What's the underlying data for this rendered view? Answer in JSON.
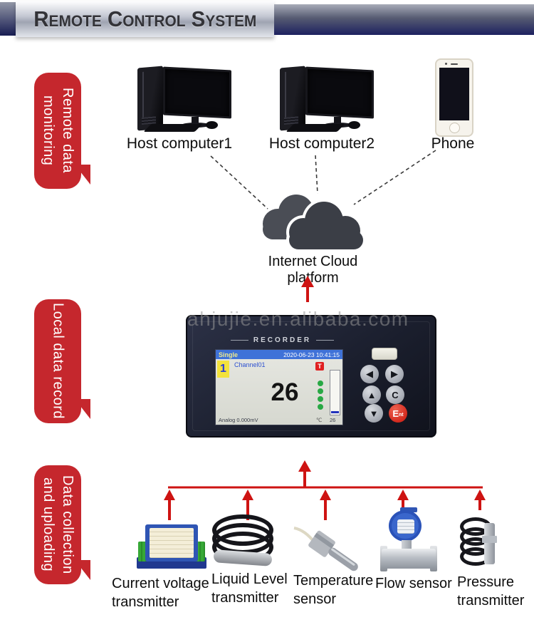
{
  "header": {
    "title": "Remote Control System"
  },
  "bubbles": [
    {
      "lines": [
        "Remote data",
        "monitoring"
      ]
    },
    {
      "lines": [
        "Local data record"
      ]
    },
    {
      "lines": [
        "Data collection",
        "and uploading"
      ]
    }
  ],
  "top_devices": {
    "host1_label": "Host computer1",
    "host2_label": "Host computer2",
    "phone_label": "Phone"
  },
  "cloud": {
    "label": "Internet Cloud platform"
  },
  "recorder": {
    "watermark": "ahjujie.en.alibaba.com",
    "brand": "RECORDER",
    "screen": {
      "mode": "Single",
      "datetime": "2020-06-23 10:41:15",
      "channel_index": "1",
      "channel_name": "Channel01",
      "alarm_flag": "T",
      "main_value": "26",
      "status_left": "Analog 0.000mV",
      "unit": "℃",
      "bar_value": "26"
    },
    "keys": {
      "left": "◀",
      "right": "▶",
      "up": "▲",
      "clear": "C",
      "down": "▼",
      "enter_main": "E",
      "enter_sub": "nt"
    }
  },
  "sensors": [
    {
      "line1": "Current voltage",
      "line2": "transmitter"
    },
    {
      "line1": "Liquid Level",
      "line2": "transmitter"
    },
    {
      "line1": "Temperature",
      "line2": "sensor"
    },
    {
      "line1": "Flow sensor"
    },
    {
      "line1": "Pressure",
      "line2": "transmitter"
    }
  ],
  "colors": {
    "accent_red": "#c5272d",
    "arrow_red": "#ce1312",
    "header_navy": "#1d2160",
    "cloud_gray": "#3b3e46",
    "screen_blue": "#3f72d8",
    "channel_yellow": "#f3e23c",
    "alarm_red": "#e02020",
    "dot_green": "#28a844"
  }
}
